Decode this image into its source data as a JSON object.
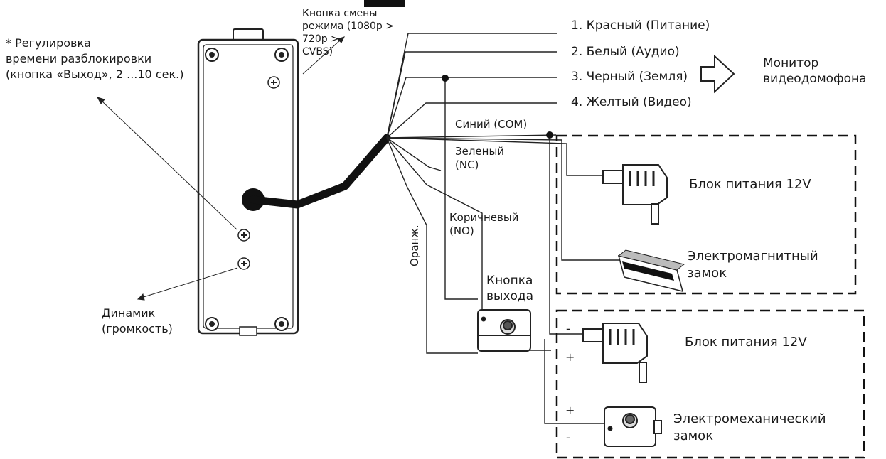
{
  "annotations": {
    "mode_button": "Кнопка смены\nрежима (1080р >\n720р >\nCVBS)",
    "unlock_adjust": "* Регулировка\nвремени разблокировки\n(кнопка «Выход», 2 ...10 сек.)",
    "speaker": "Динамик\n(громкость)"
  },
  "wires": [
    {
      "label": "1. Красный (Питание)"
    },
    {
      "label": "2. Белый (Аудио)"
    },
    {
      "label": "3. Черный (Земля)"
    },
    {
      "label": "4. Желтый (Видео)"
    }
  ],
  "monitor_label": "Монитор\nвидеодомофона",
  "side_wires": {
    "blue": "Синий  (COM)",
    "green": "Зеленый\n(NC)",
    "brown": "Коричневый\n(NO)",
    "orange": "Оранж."
  },
  "exit_button_label": "Кнопка\nвыхода",
  "group1": {
    "psu_label": "Блок питания 12V",
    "lock_label": "Электромагнитный\nзамок"
  },
  "group2": {
    "psu_label": "Блок питания 12V",
    "lock_label": "Электромеханический\nзамок",
    "minus_top": "-",
    "plus_top": "+",
    "plus_bottom": "+",
    "minus_bottom": "-"
  }
}
